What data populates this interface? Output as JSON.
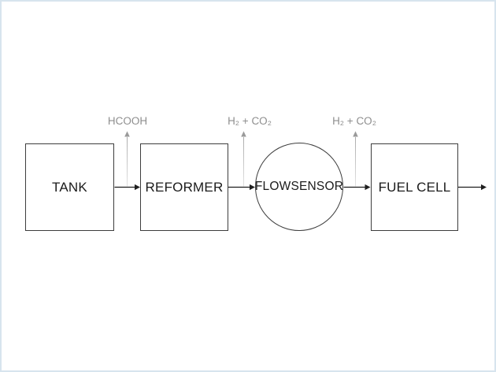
{
  "canvas": {
    "background": "#ffffff",
    "frame_color": "#d7e4ee"
  },
  "diagram": {
    "nodes": [
      {
        "id": "tank",
        "label": "TANK",
        "shape": "rect"
      },
      {
        "id": "reformer",
        "label": "REFORMER",
        "shape": "rect"
      },
      {
        "id": "flowsensor",
        "label": "FLOWSENSOR",
        "shape": "circle"
      },
      {
        "id": "fuelcell",
        "label": "FUEL CELL",
        "shape": "rect"
      }
    ],
    "edges": [
      {
        "from": "tank",
        "to": "reformer"
      },
      {
        "from": "reformer",
        "to": "flowsensor"
      },
      {
        "from": "flowsensor",
        "to": "fuelcell"
      },
      {
        "from": "fuelcell",
        "to": "output"
      }
    ],
    "vent_labels": [
      {
        "text": "HCOOH",
        "above_edge": "tank-reformer"
      },
      {
        "text": "H₂ + CO₂",
        "above_edge": "reformer-flowsensor"
      },
      {
        "text": "H₂ + CO₂",
        "above_edge": "flowsensor-fuelcell"
      }
    ],
    "colors": {
      "node_border": "#3d3d3d",
      "node_text": "#1b1b1b",
      "arrow": "#1f1f1f",
      "vent_text": "#8e8e8e",
      "vent_head": "#9a9a9a",
      "vent_line": "#c6c6c6"
    }
  }
}
